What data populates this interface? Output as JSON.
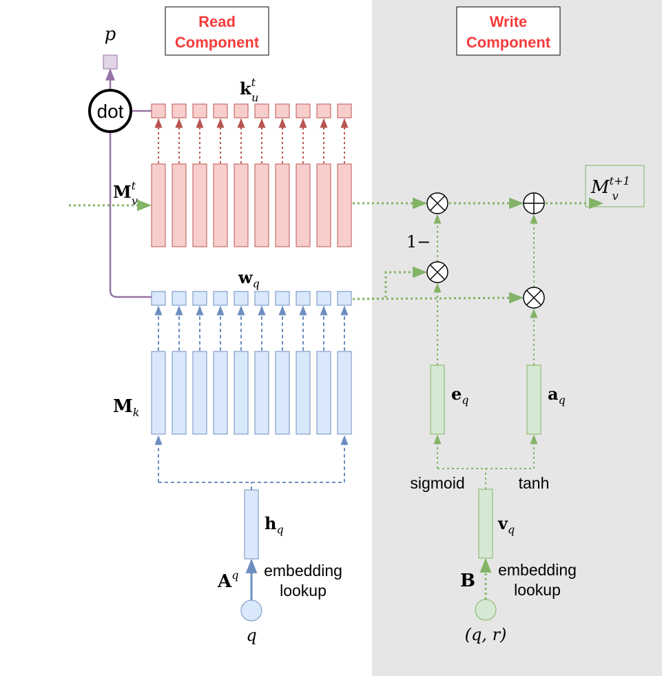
{
  "headers": {
    "read": [
      "Read",
      "Component"
    ],
    "write": [
      "Write",
      "Component"
    ]
  },
  "labels": {
    "p": "p",
    "dot": "dot",
    "ku": {
      "base": "k",
      "sup": "t",
      "sub": "u"
    },
    "Mv": {
      "base": "M",
      "sup": "t",
      "sub": "v"
    },
    "wq": {
      "base": "w",
      "sub": "q"
    },
    "Mk": {
      "base": "M",
      "sub": "k"
    },
    "hq": {
      "base": "h",
      "sub": "q"
    },
    "Aq": {
      "base": "A",
      "sup": "q"
    },
    "q": "q",
    "read_embed": [
      "embedding",
      "lookup"
    ],
    "Mv_next": {
      "base": "M",
      "sup": "t+1",
      "sub": "v"
    },
    "one_minus": "1−",
    "eq": {
      "base": "e",
      "sub": "q"
    },
    "aq": {
      "base": "a",
      "sub": "q"
    },
    "sigmoid": "sigmoid",
    "tanh": "tanh",
    "vq": {
      "base": "v",
      "sub": "q"
    },
    "B": "B",
    "write_embed": [
      "embedding",
      "lookup"
    ],
    "qr": "(q, r)"
  },
  "slots": 10,
  "colors": {
    "red_fill": "#f8cecc",
    "red_stroke": "#b85450",
    "blue_fill": "#dae8fc",
    "blue_stroke": "#6c8ebf",
    "green_fill": "#d5e8d4",
    "green_stroke": "#82b366",
    "purple_fill": "#e1d5e7",
    "purple_stroke": "#9673a6",
    "header_red": "#f53b3b",
    "write_bg": "#e6e6e6"
  }
}
